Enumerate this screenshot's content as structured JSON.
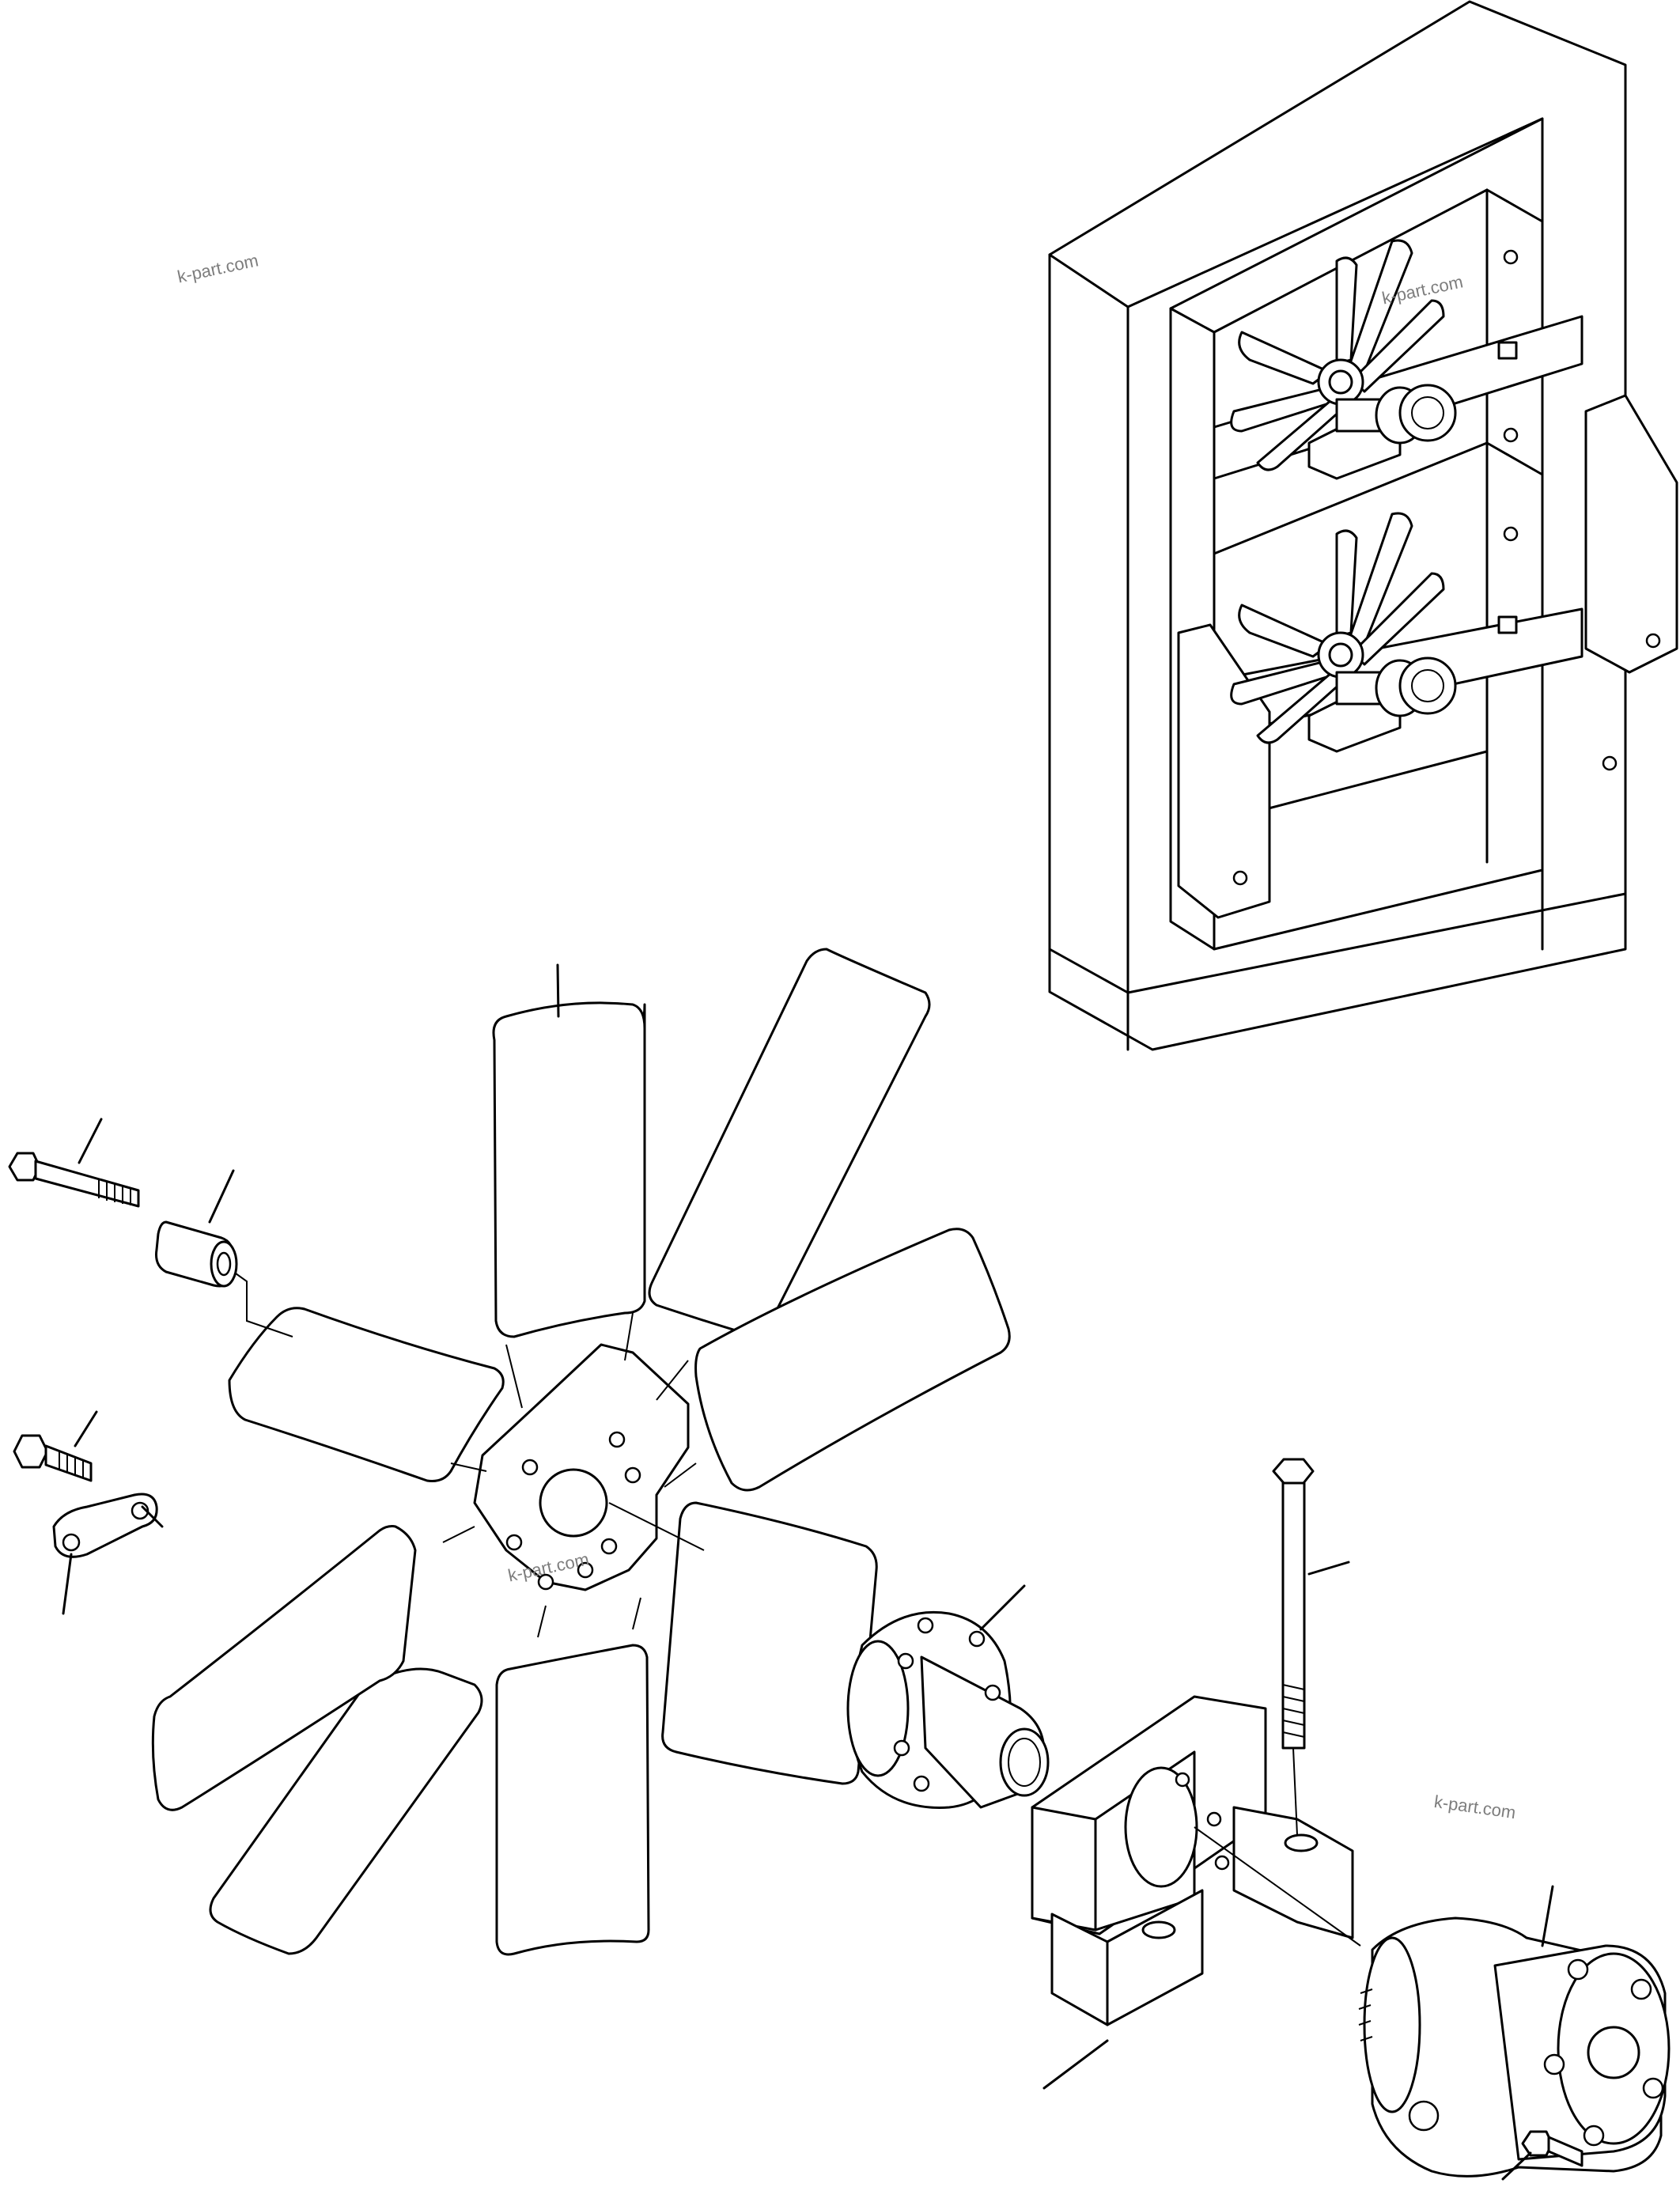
{
  "watermarks": [
    "k-part.com",
    "k-part.com",
    "k-part.com",
    "k-part.com"
  ]
}
